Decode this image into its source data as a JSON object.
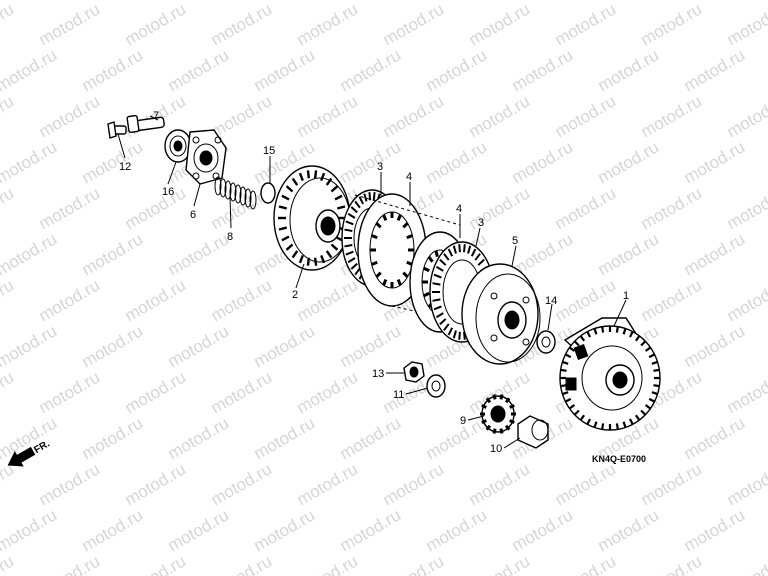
{
  "watermark": "motod.ru",
  "diagram_code": "KN4Q-E0700",
  "direction_label": "FR.",
  "callouts": {
    "p1": "1",
    "p2": "2",
    "p3a": "3",
    "p3b": "3",
    "p4a": "4",
    "p4b": "4",
    "p5": "5",
    "p6": "6",
    "p7": "7",
    "p8": "8",
    "p9": "9",
    "p10": "10",
    "p11": "11",
    "p12": "12",
    "p13": "13",
    "p14": "14",
    "p15": "15",
    "p16": "16"
  },
  "colors": {
    "line": "#000000",
    "watermark": "#d6d6d6",
    "background": "#ffffff"
  }
}
